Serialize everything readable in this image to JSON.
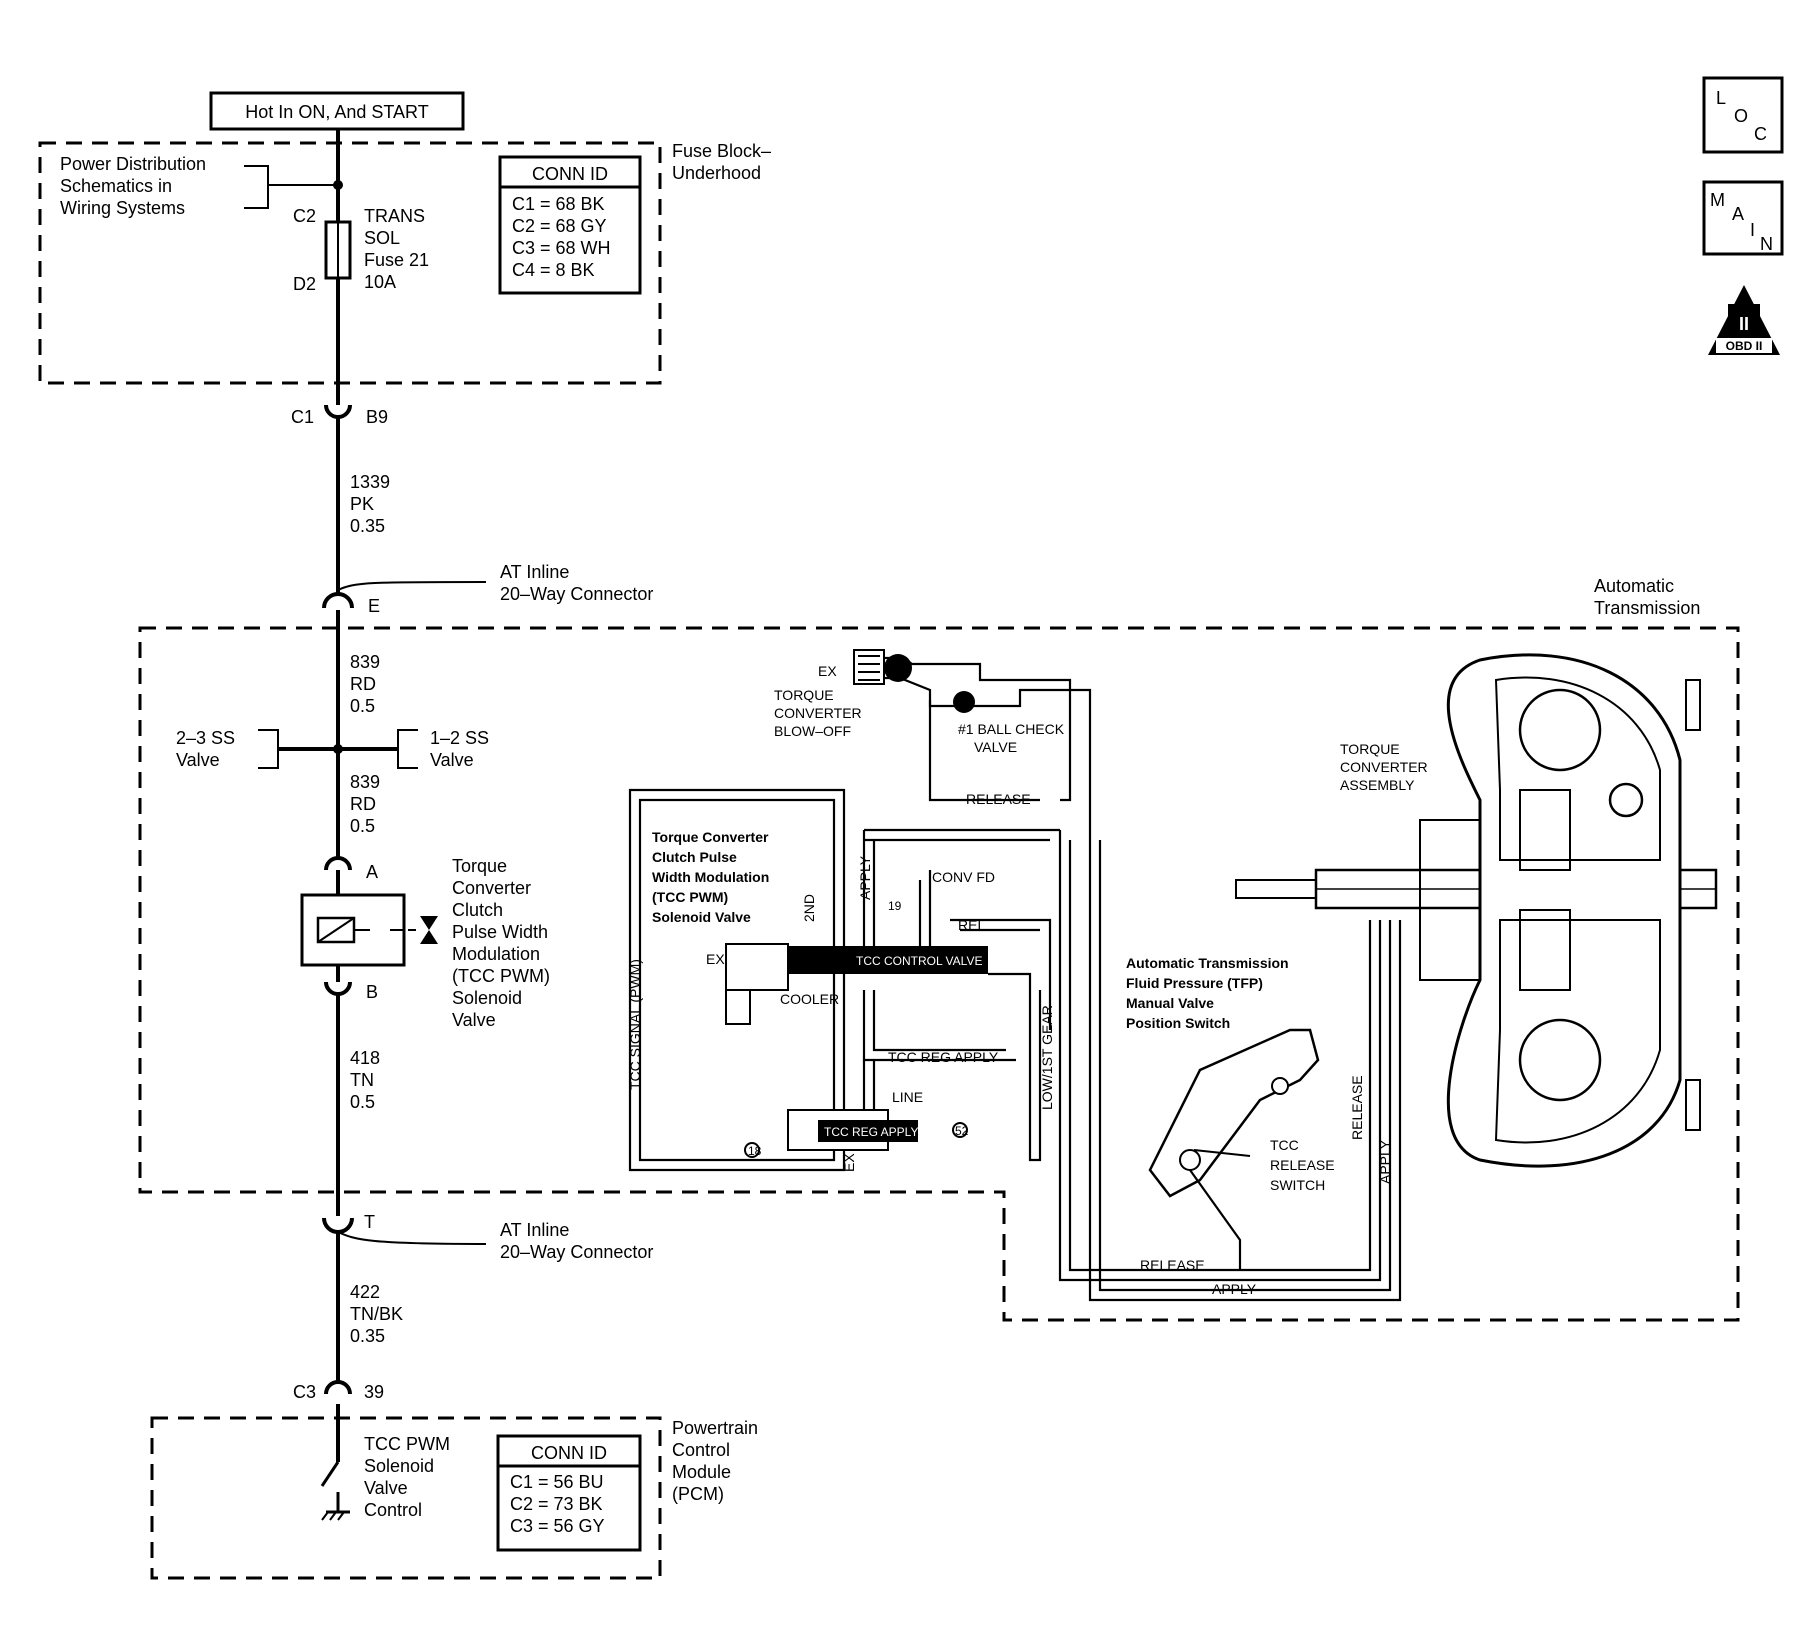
{
  "header": {
    "power_label": "Hot In ON, And START"
  },
  "nav_icons": {
    "loc": "LOC",
    "main": "MAIN",
    "obd": "OBD II",
    "obd_numeral": "II"
  },
  "fuse_block": {
    "label_line1": "Fuse Block–",
    "label_line2": "Underhood",
    "power_dist_line1": "Power Distribution",
    "power_dist_line2": "Schematics in",
    "power_dist_line3": "Wiring Systems",
    "pin_top": "C2",
    "pin_bottom": "D2",
    "fuse_line1": "TRANS",
    "fuse_line2": "SOL",
    "fuse_line3": "Fuse 21",
    "fuse_line4": "10A",
    "conn_title": "CONN ID",
    "conn_rows": [
      "C1 = 68 BK",
      "C2 = 68 GY",
      "C3 = 68 WH",
      "C4 = 8 BK"
    ]
  },
  "connector_c1": {
    "left": "C1",
    "right": "B9"
  },
  "wire_1339": {
    "circuit": "1339",
    "color": "PK",
    "gauge": "0.35"
  },
  "inline_top": {
    "line1": "AT Inline",
    "line2": "20–Way Connector",
    "pin": "E"
  },
  "transmission": {
    "line1": "Automatic",
    "line2": "Transmission"
  },
  "wire_839a": {
    "circuit": "839",
    "color": "RD",
    "gauge": "0.5"
  },
  "valve_23": {
    "line1": "2–3 SS",
    "line2": "Valve"
  },
  "valve_12": {
    "line1": "1–2 SS",
    "line2": "Valve"
  },
  "wire_839b": {
    "circuit": "839",
    "color": "RD",
    "gauge": "0.5"
  },
  "solenoid": {
    "pin_a": "A",
    "pin_b": "B",
    "lines": [
      "Torque",
      "Converter",
      "Clutch",
      "Pulse Width",
      "Modulation",
      "(TCC PWM)",
      "Solenoid",
      "Valve"
    ]
  },
  "wire_418": {
    "circuit": "418",
    "color": "TN",
    "gauge": "0.5"
  },
  "inline_bottom": {
    "line1": "AT Inline",
    "line2": "20–Way Connector",
    "pin": "T"
  },
  "wire_422": {
    "circuit": "422",
    "color": "TN/BK",
    "gauge": "0.35"
  },
  "connector_c3": {
    "left": "C3",
    "right": "39"
  },
  "pcm": {
    "line1": "Powertrain",
    "line2": "Control",
    "line3": "Module",
    "line4": "(PCM)",
    "switch_line1": "TCC PWM",
    "switch_line2": "Solenoid",
    "switch_line3": "Valve",
    "switch_line4": "Control",
    "conn_title": "CONN ID",
    "conn_rows": [
      "C1 = 56 BU",
      "C2 = 73 BK",
      "C3 = 56 GY"
    ]
  },
  "hydraulic": {
    "ex": "EX",
    "blowoff_line1": "TORQUE",
    "blowoff_line2": "CONVERTER",
    "blowoff_line3": "BLOW–OFF",
    "ball_check_line1": "#1 BALL CHECK",
    "ball_check_line2": "VALVE",
    "release": "RELEASE",
    "apply": "APPLY",
    "conv_fd": "CONV FD",
    "rel": "REL",
    "second": "2ND",
    "tcc_control_valve": "TCC CONTROL VALVE",
    "cooler": "COOLER",
    "tcc_reg_apply": "TCC REG APPLY",
    "line": "LINE",
    "tcc_reg_apply_valve": "TCC REG APPLY",
    "tcc_signal": "TCC SIGNAL (PWM)",
    "low_1st_gear": "LOW/1ST GEAR",
    "pwm_line1": "Torque Converter",
    "pwm_line2": "Clutch Pulse",
    "pwm_line3": "Width Modulation",
    "pwm_line4": "(TCC PWM)",
    "pwm_line5": "Solenoid Valve",
    "converter_line1": "TORQUE",
    "converter_line2": "CONVERTER",
    "converter_line3": "ASSEMBLY",
    "tfp_line1": "Automatic Transmission",
    "tfp_line2": "Fluid Pressure (TFP)",
    "tfp_line3": "Manual Valve",
    "tfp_line4": "Position Switch",
    "tcc_switch_line1": "TCC",
    "tcc_switch_line2": "RELEASE",
    "tcc_switch_line3": "SWITCH",
    "num_19": "19",
    "num_18": "18",
    "num_52": "52"
  }
}
